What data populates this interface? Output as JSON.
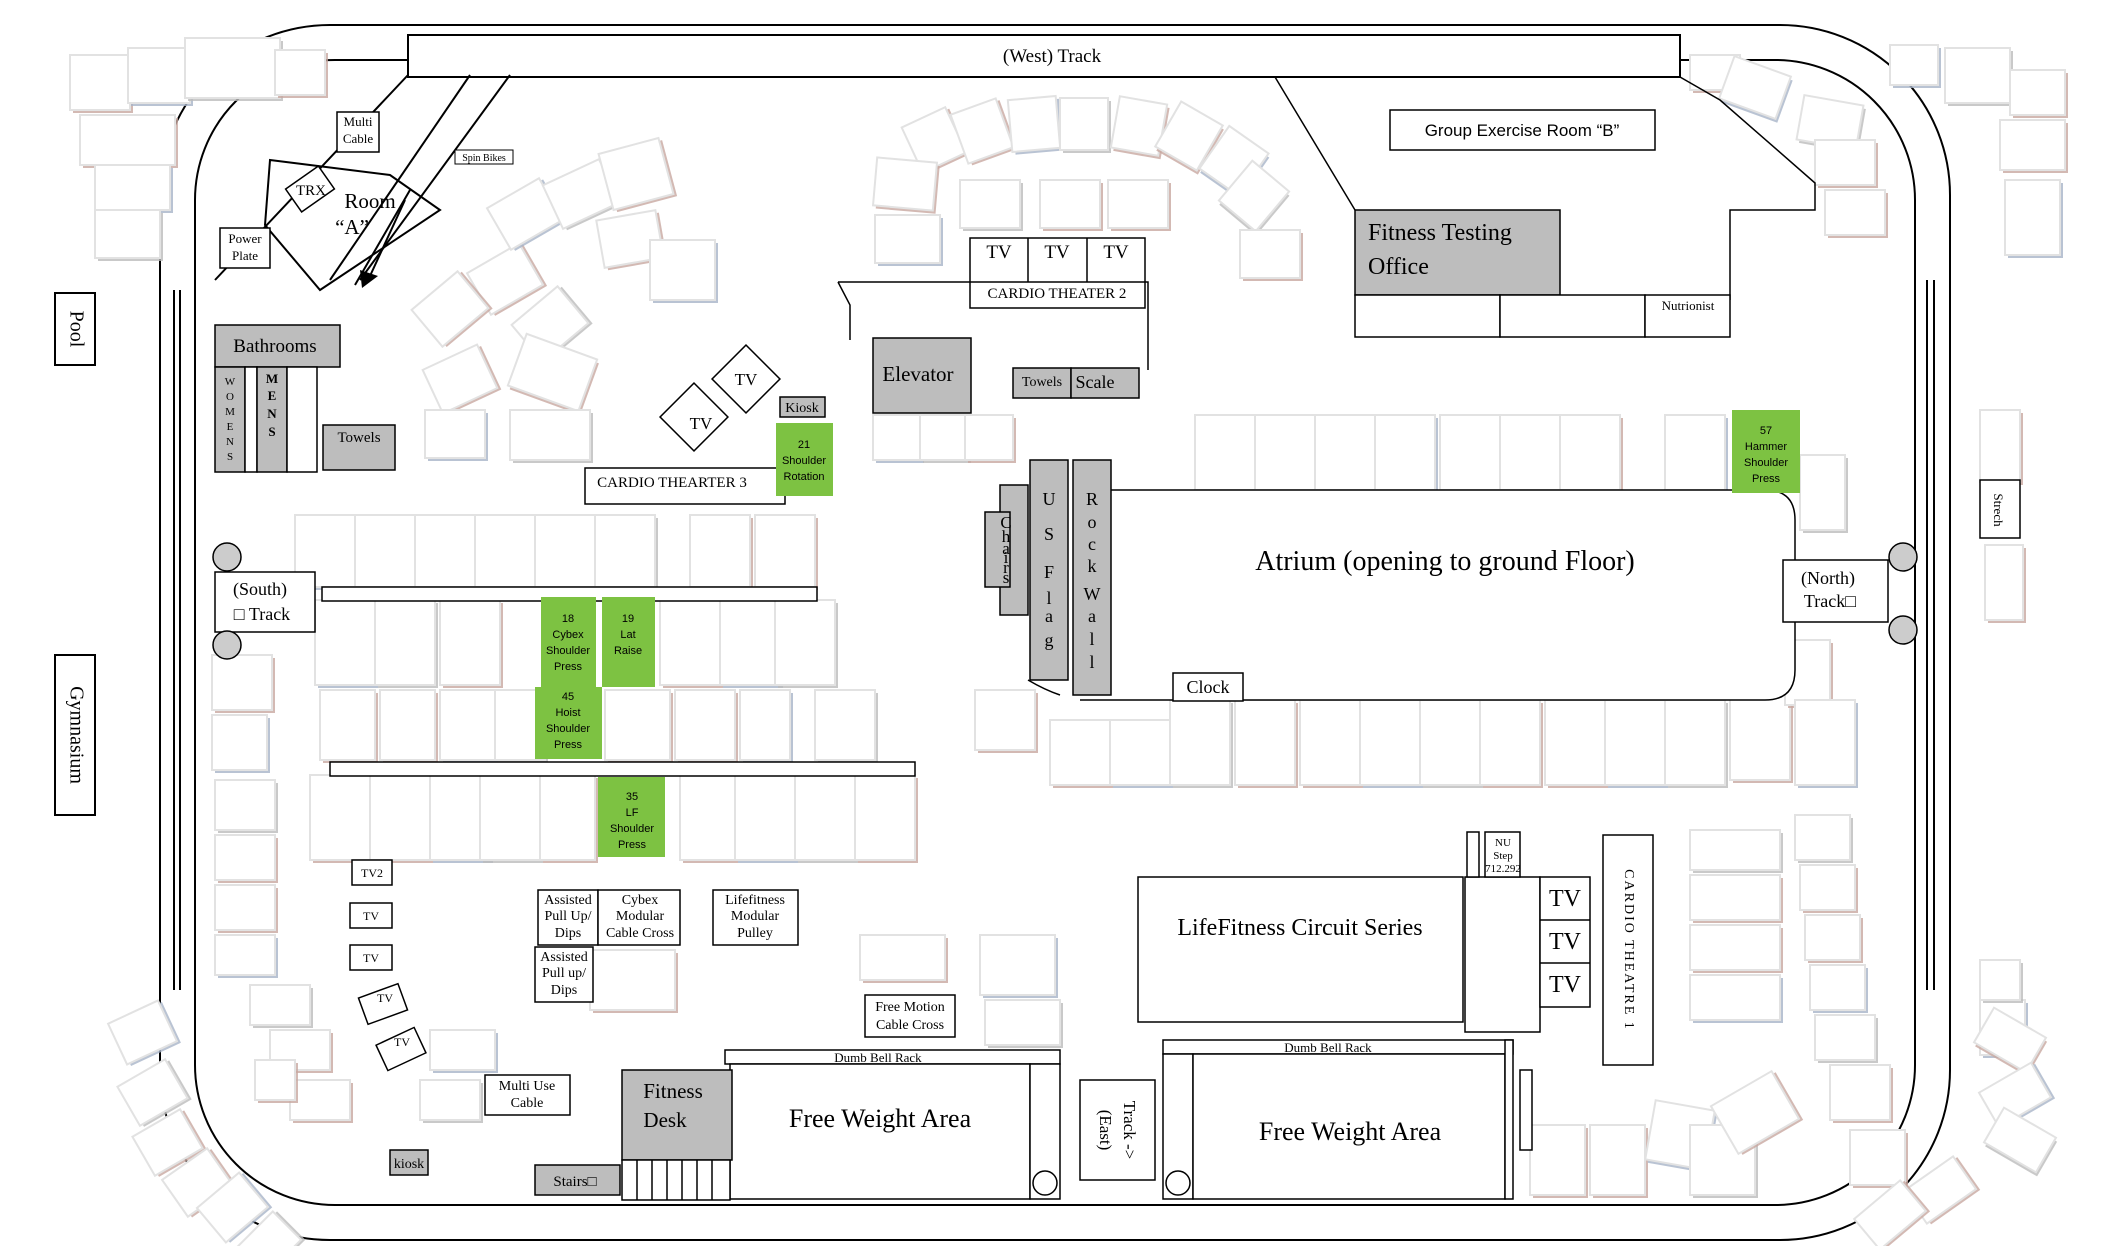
{
  "track": {
    "west": "(West) Track",
    "south_line1": "(South)",
    "south_line2": "□ Track",
    "north_line1": "(North)",
    "north_line2": "Track□",
    "east_line1": "Track ->",
    "east_line2": "(East)"
  },
  "outside": {
    "pool": "Pool",
    "gymnasium": "Gymnasium"
  },
  "room_a": {
    "line1": "Room",
    "line2": "“A”",
    "multi_cable_1": "Multi",
    "multi_cable_2": "Cable",
    "trx": "TRX",
    "spin_bikes": "Spin Bikes",
    "power_plate_1": "Power",
    "power_plate_2": "Plate"
  },
  "rooms": {
    "bathrooms": "Bathrooms",
    "womens": [
      "W",
      "O",
      "M",
      "E",
      "N",
      "S"
    ],
    "mens": [
      "M",
      "E",
      "N",
      "S"
    ],
    "towels_left": "Towels",
    "group_exercise_b": "Group Exercise Room “B”",
    "fitness_testing_1": "Fitness Testing",
    "fitness_testing_2": "Office",
    "nutrionist": "Nutrionist",
    "elevator": "Elevator",
    "towels_center": "Towels",
    "scale": "Scale",
    "kiosk_top": "Kiosk",
    "kiosk_bottom": "kiosk",
    "fitness_desk_1": "Fitness",
    "fitness_desk_2": "Desk",
    "stairs": "Stairs□",
    "clock": "Clock",
    "stretch": "Strech"
  },
  "atrium": {
    "label": "Atrium (opening to ground Floor)",
    "chairs": [
      "C",
      "h",
      "a",
      "i",
      "r",
      "s"
    ],
    "us_flag": [
      "U",
      "S",
      "F",
      "l",
      "a",
      "g"
    ],
    "rock_wall": [
      "R",
      "o",
      "c",
      "k",
      "W",
      "a",
      "l",
      "l"
    ]
  },
  "theaters": {
    "cardio_2": "CARDIO THEATER  2",
    "cardio_3": "CARDIO THEARTER  3",
    "cardio_1": "CARDIO THEATRE 1",
    "tv": "TV",
    "tv2": "TV2"
  },
  "areas": {
    "free_weight": "Free Weight Area",
    "dumb_bell_rack": "Dumb Bell Rack",
    "lifefitness_circuit": "LifeFitness Circuit Series",
    "nu_step_1": "NU",
    "nu_step_2": "Step",
    "nu_step_3": "712.292"
  },
  "machines": {
    "assisted_1": [
      "Assisted",
      "Pull Up/",
      "Dips"
    ],
    "assisted_2": [
      "Assisted",
      "Pull up/",
      "Dips"
    ],
    "cybex_modular": [
      "Cybex",
      "Modular",
      "Cable Cross"
    ],
    "lifefitness_modular": [
      "Lifefitness",
      "Modular",
      "Pulley"
    ],
    "free_motion": [
      "Free Motion",
      "Cable Cross"
    ],
    "multi_use": [
      "Multi Use",
      "Cable"
    ]
  },
  "highlights": {
    "h21": [
      "21",
      "Shoulder",
      "Rotation"
    ],
    "h18": [
      "18",
      "Cybex",
      "Shoulder",
      "Press"
    ],
    "h19": [
      "19",
      "Lat",
      "Raise"
    ],
    "h45": [
      "45",
      "Hoist",
      "Shoulder",
      "Press"
    ],
    "h35": [
      "35",
      "LF",
      "Shoulder",
      "Press"
    ],
    "h57": [
      "57",
      "Hammer",
      "Shoulder",
      "Press"
    ]
  },
  "colors": {
    "highlight_green": "#7dc242",
    "room_gray": "#bdbdbd",
    "equip_shadow_brown": "#c8a8a0",
    "equip_shadow_blue": "#a8b4c8"
  }
}
